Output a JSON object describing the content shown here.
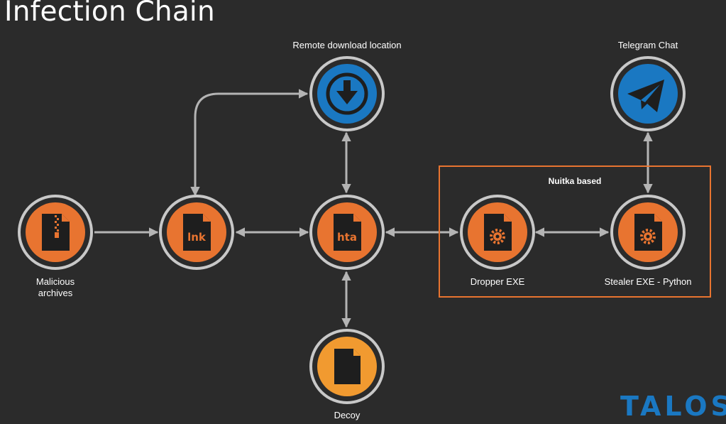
{
  "title": "Infection Chain",
  "group": {
    "label": "Nuitka based"
  },
  "nodes": {
    "archive": {
      "label_line1": "Malicious",
      "label_line2": "archives",
      "icon": "zip-file-icon",
      "color": "#e87430"
    },
    "lnk": {
      "label": "",
      "file_text": "lnk",
      "icon": "file-icon",
      "color": "#e87430"
    },
    "hta": {
      "label": "",
      "file_text": "hta",
      "icon": "file-icon",
      "color": "#e87430"
    },
    "remote": {
      "label": "Remote download location",
      "icon": "download-icon",
      "color": "#1a78c2"
    },
    "decoy": {
      "label": "Decoy",
      "icon": "document-icon",
      "color": "#f19a30"
    },
    "dropper": {
      "label": "Dropper EXE",
      "icon": "gear-file-icon",
      "color": "#e87430"
    },
    "stealer": {
      "label": "Stealer EXE - Python",
      "icon": "gear-file-icon",
      "color": "#e87430"
    },
    "telegram": {
      "label": "Telegram Chat",
      "icon": "telegram-icon",
      "color": "#1a78c2"
    }
  },
  "logo": {
    "text": "TALOS",
    "color": "#1a78c2"
  },
  "colors": {
    "background": "#2b2b2b",
    "ring": "#2b2b2b",
    "ring_stroke": "#c8c8c8",
    "arrow": "#b4b4b4",
    "accent": "#e87430"
  }
}
